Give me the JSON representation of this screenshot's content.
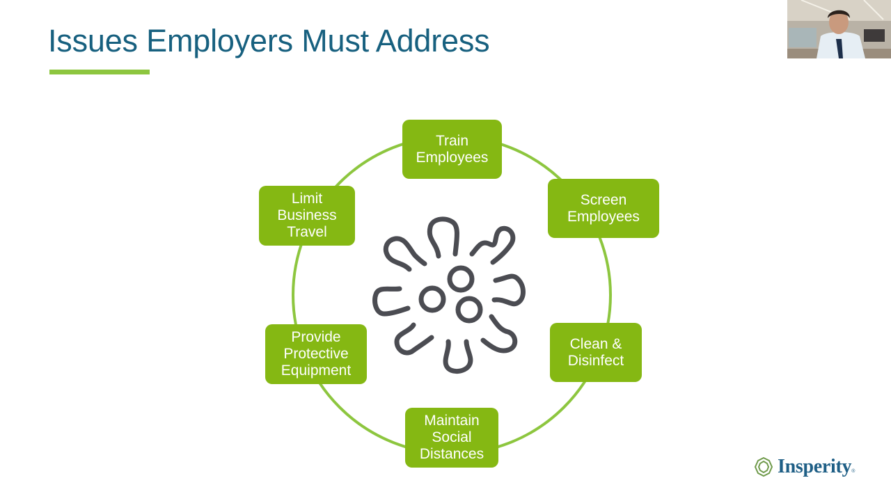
{
  "slide": {
    "title": "Issues Employers Must Address",
    "accent_color": "#8dc63f",
    "title_color": "#17607f",
    "box_color": "#85b813",
    "ring_color": "#8dc63f"
  },
  "diagram": {
    "type": "cycle",
    "center_icon": "virus-icon",
    "items": [
      {
        "label": "Train\nEmployees"
      },
      {
        "label": "Screen\nEmployees"
      },
      {
        "label": "Clean &\nDisinfect"
      },
      {
        "label": "Maintain\nSocial\nDistances"
      },
      {
        "label": "Provide\nProtective\nEquipment"
      },
      {
        "label": "Limit\nBusiness\nTravel"
      }
    ]
  },
  "webcam": {
    "icon": "presenter-video-thumbnail"
  },
  "logo": {
    "text": "Insperity",
    "registered": "®",
    "icon": "insperity-logo-icon"
  }
}
